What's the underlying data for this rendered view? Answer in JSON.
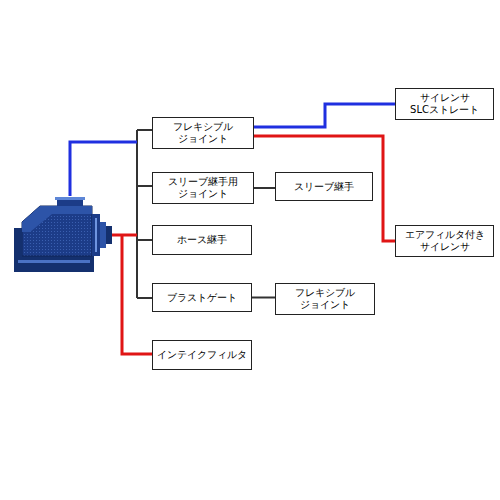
{
  "diagram": {
    "nodes": [
      {
        "text": [
          "フレキシブル ジョイント"
        ]
      },
      {
        "text": [
          "サイレンサ SLCストレート"
        ]
      },
      {
        "text": [
          "スリーブ継手用 ジョイント"
        ]
      },
      {
        "text": [
          "スリーブ継手"
        ]
      },
      {
        "text": [
          "エアフィルタ付き サイレンサ"
        ]
      },
      {
        "text": [
          "ホース継手"
        ]
      },
      {
        "text": [
          "ブラストゲート"
        ]
      },
      {
        "text": [
          "フレキシブル ジョイント"
        ]
      },
      {
        "text": [
          "インテイクフィルタ"
        ]
      }
    ],
    "edges": [
      {
        "from": 0,
        "to": 1,
        "arrow": "none"
      },
      {
        "from": 0,
        "to": 4,
        "arrow": "none"
      },
      {
        "from": 2,
        "to": 3,
        "arrow": "none"
      },
      {
        "from": 6,
        "to": 7,
        "arrow": "none"
      }
    ]
  }
}
